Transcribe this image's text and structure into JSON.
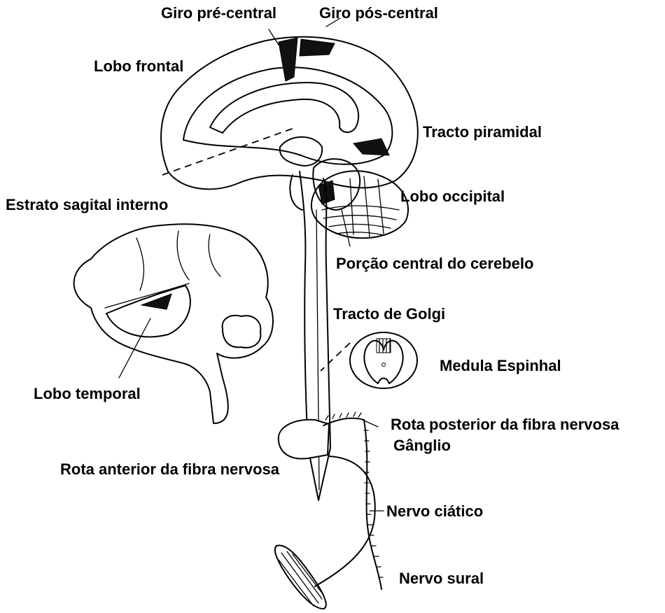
{
  "labels": {
    "giro_pre_central": "Giro pré-central",
    "giro_pos_central": "Giro pós-central",
    "lobo_frontal": "Lobo frontal",
    "tracto_piramidal": "Tracto piramidal",
    "estrato_sagital_interno": "Estrato sagital interno",
    "lobo_occipital": "Lobo occipital",
    "porcao_central_cerebelo": "Porção central do cerebelo",
    "tracto_golgi": "Tracto de Golgi",
    "medula_espinhal": "Medula Espinhal",
    "lobo_temporal": "Lobo temporal",
    "rota_posterior": "Rota posterior da fibra nervosa",
    "ganglio": "Gânglio",
    "rota_anterior": "Rota anterior da fibra nervosa",
    "nervo_ciatico": "Nervo ciático",
    "nervo_sural": "Nervo sural"
  },
  "colors": {
    "ink": "#000000",
    "background": "#ffffff"
  }
}
